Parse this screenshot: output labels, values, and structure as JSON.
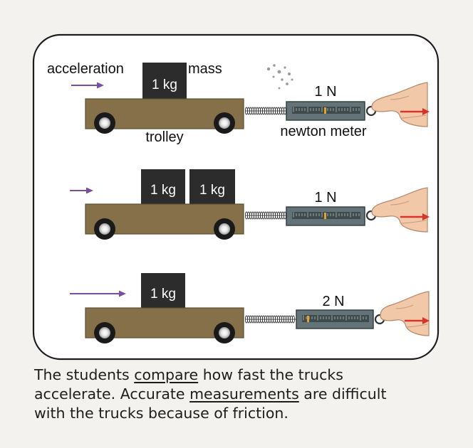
{
  "diagram": {
    "labels": {
      "acceleration": "acceleration",
      "mass": "mass",
      "trolley": "trolley",
      "newton_meter": "newton meter"
    },
    "rows": [
      {
        "masses": [
          "1 kg"
        ],
        "force": "1 N"
      },
      {
        "masses": [
          "1 kg",
          "1 kg"
        ],
        "force": "1 N"
      },
      {
        "masses": [
          "1 kg"
        ],
        "force": "2 N"
      }
    ],
    "colors": {
      "trolley": "#85704a",
      "mass_block": "#2c2c2c",
      "meter": "#647378",
      "arrow": "#7a4f9c",
      "pull_arrow": "#d9342b",
      "hand": "#f1c9a8",
      "frame": "#1c1c1c"
    }
  },
  "caption": {
    "l1_a": "The students ",
    "l1_u": "compare",
    "l1_b": " how fast the trucks",
    "l2_a": "accelerate. Accurate ",
    "l2_u": "measurements",
    "l2_b": " are difficult",
    "l3": "with the trucks because of friction."
  }
}
